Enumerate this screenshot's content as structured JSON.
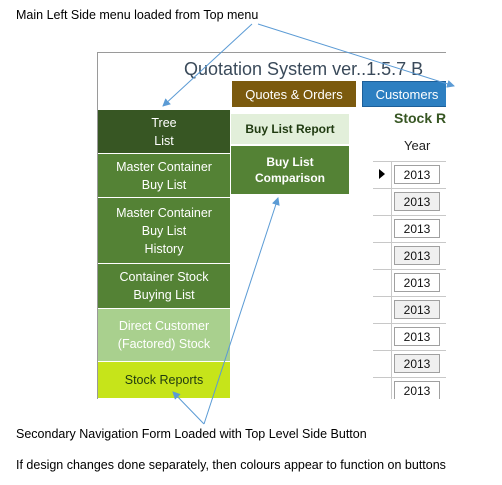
{
  "annotations": {
    "top_note": "Main Left Side menu loaded from Top menu",
    "bottom_note_1": "Secondary Navigation Form Loaded with Top Level Side Button",
    "bottom_note_2": "If design changes done separately, then colours appear to function on buttons"
  },
  "app": {
    "title": "Quotation System  ver..1.5.7  B",
    "top_tabs": [
      {
        "label": "Quotes & Orders",
        "color": "#7b5a0e"
      },
      {
        "label": "Customers",
        "color": "#2d7fc1"
      }
    ],
    "side_menu": [
      {
        "lines": [
          "Tree",
          "List"
        ],
        "color": "#375623"
      },
      {
        "lines": [
          "Master Container",
          "Buy List"
        ],
        "color": "#548235"
      },
      {
        "lines": [
          "Master Container",
          "Buy List",
          "History"
        ],
        "color": "#548235"
      },
      {
        "lines": [
          "Container Stock",
          "Buying List"
        ],
        "color": "#548235"
      },
      {
        "lines": [
          "Direct Customer",
          "(Factored) Stock"
        ],
        "color": "#a9d08e"
      },
      {
        "lines": [
          "Stock Reports"
        ],
        "color": "#c6e41a"
      }
    ],
    "secondary_menu": [
      {
        "lines": [
          "Buy List Report"
        ],
        "color": "#e2efda"
      },
      {
        "lines": [
          "Buy List",
          "Comparison"
        ],
        "color": "#548235"
      }
    ],
    "form": {
      "title": "Stock R",
      "column_header": "Year",
      "rows": [
        "2013",
        "2013",
        "2013",
        "2013",
        "2013",
        "2013",
        "2013",
        "2013",
        "2013"
      ]
    }
  }
}
